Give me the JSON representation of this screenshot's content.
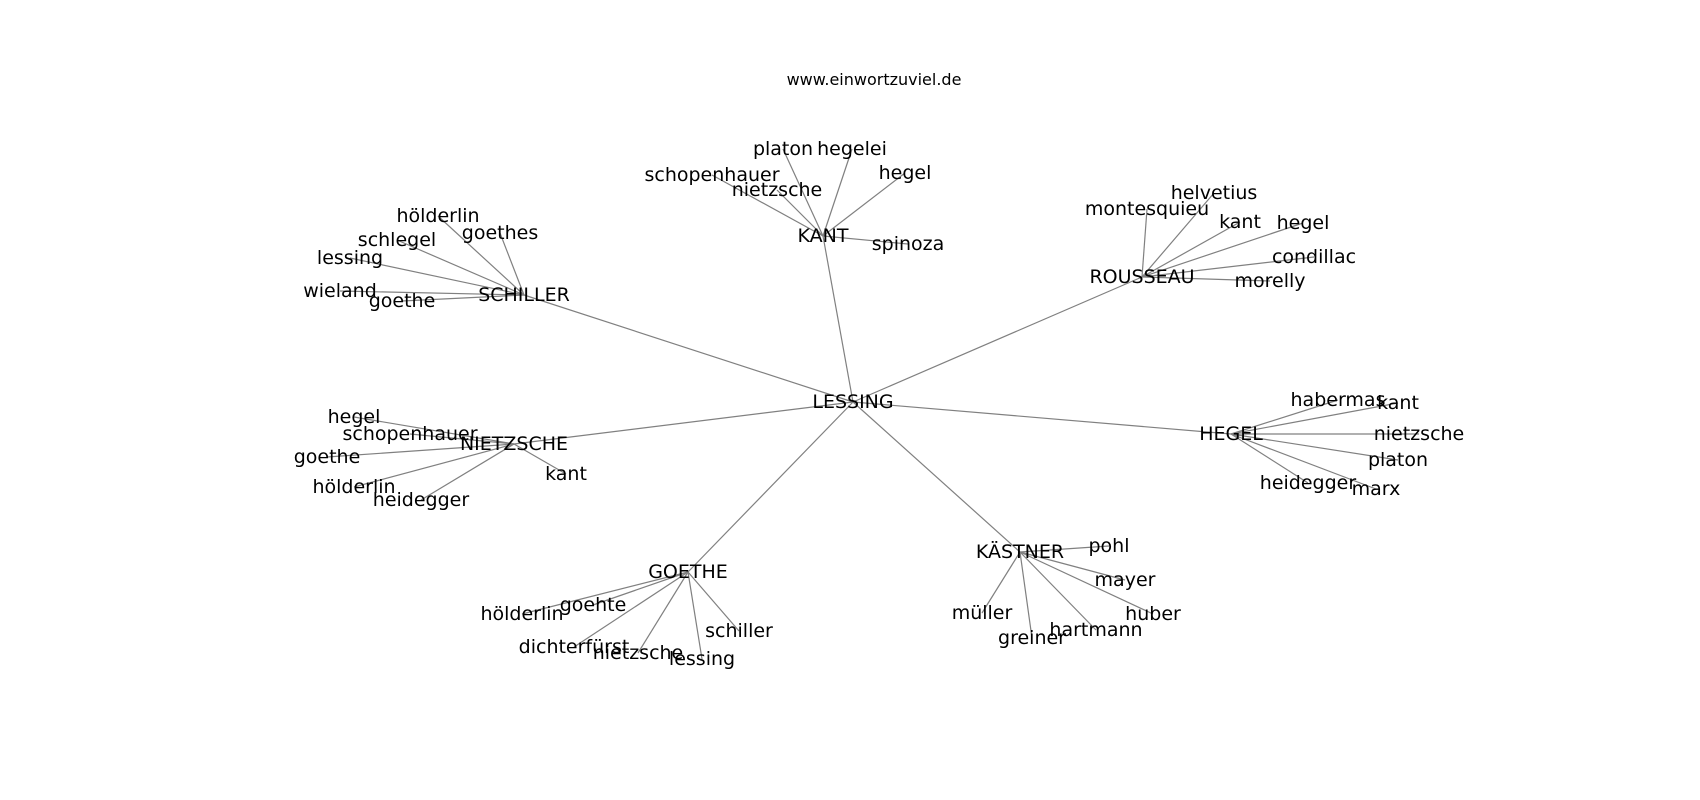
{
  "title": "www.einwortzuviel.de",
  "chart_data": {
    "type": "network",
    "root": "LESSING",
    "hubs": [
      {
        "name": "KANT",
        "children": [
          "platon",
          "hegelei",
          "schopenhauer",
          "hegel",
          "nietzsche",
          "spinoza"
        ]
      },
      {
        "name": "ROUSSEAU",
        "children": [
          "helvetius",
          "montesquieu",
          "kant",
          "hegel",
          "condillac",
          "morelly"
        ]
      },
      {
        "name": "SCHILLER",
        "children": [
          "hölderlin",
          "goethes",
          "schlegel",
          "lessing",
          "wieland",
          "goethe"
        ]
      },
      {
        "name": "NIETZSCHE",
        "children": [
          "hegel",
          "schopenhauer",
          "goethe",
          "kant",
          "hölderlin",
          "heidegger"
        ]
      },
      {
        "name": "HEGEL",
        "children": [
          "habermas",
          "kant",
          "nietzsche",
          "platon",
          "heidegger",
          "marx"
        ]
      },
      {
        "name": "GOETHE",
        "children": [
          "goehte",
          "hölderlin",
          "schiller",
          "dichterfürst",
          "nietzsche",
          "lessing"
        ]
      },
      {
        "name": "KÄSTNER",
        "children": [
          "pohl",
          "mayer",
          "müller",
          "huber",
          "hartmann",
          "greiner"
        ]
      }
    ]
  }
}
